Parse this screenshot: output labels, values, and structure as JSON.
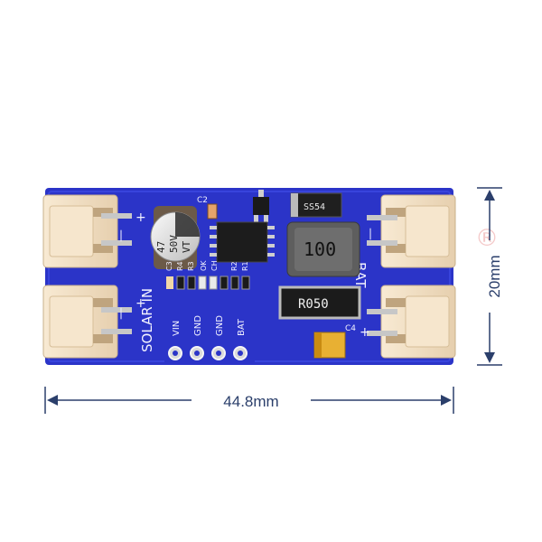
{
  "dimensions": {
    "width_label": "44.8mm",
    "height_label": "20mm"
  },
  "board": {
    "color": "#2b34c8",
    "labels": {
      "solar_in": "SOLAR IN",
      "bat": "BAT",
      "minus_top_left": "—",
      "plus_top_left": "+",
      "minus_bottom_left": "—",
      "plus_bottom_left": "+",
      "minus_top_right": "—",
      "plus_bottom_right": "+"
    },
    "pins": [
      "VIN",
      "GND",
      "GND",
      "BAT"
    ],
    "refs": [
      "C3",
      "R4",
      "R3",
      "R2",
      "R1",
      "C2",
      "C4"
    ],
    "leds": [
      "OK",
      "CH"
    ],
    "capacitor": {
      "line1": "47",
      "line2": "50V",
      "line3": "VT"
    },
    "inductor": "100",
    "resistor": "R050",
    "diode": "SS54",
    "watermark": "®"
  },
  "colors": {
    "dimension": "#2b3f6b",
    "connector": "#f3e2c8"
  }
}
